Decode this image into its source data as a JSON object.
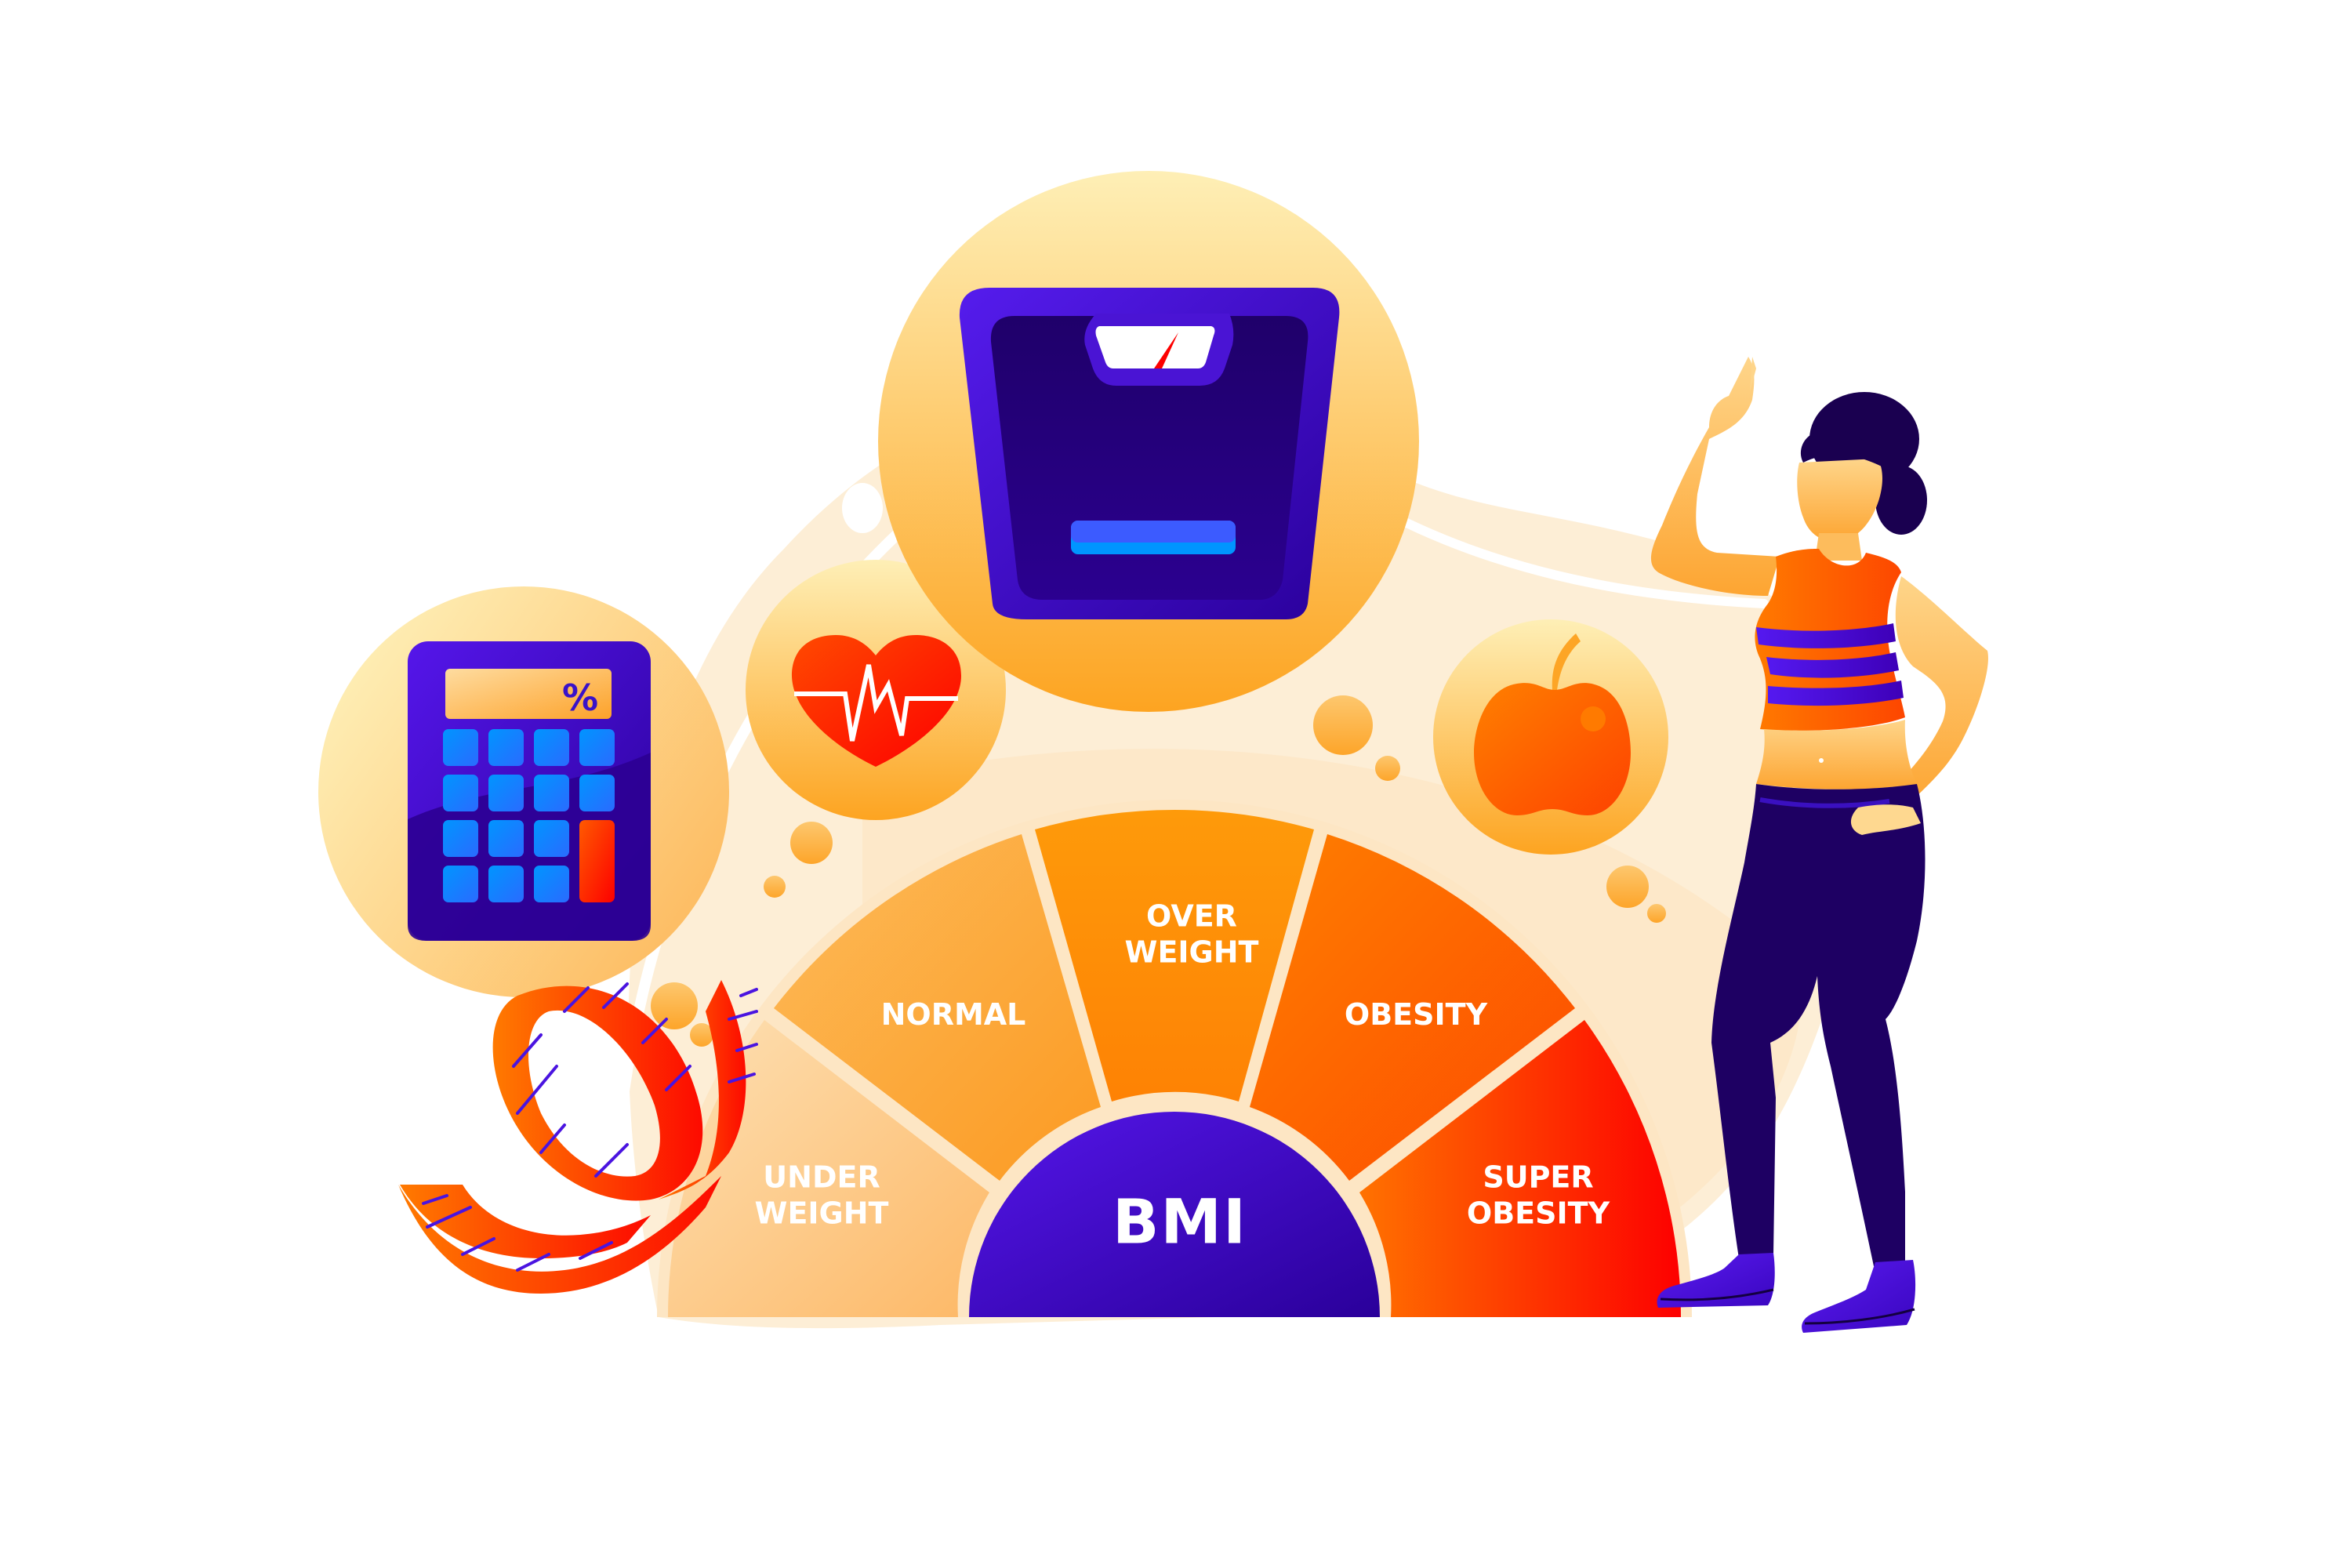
{
  "illustration": {
    "title": "BMI",
    "subject": "Body Mass Index infographic"
  },
  "gauge": {
    "center_label": "BMI",
    "segments": [
      {
        "line1": "UNDER",
        "line2": "WEIGHT",
        "color_from": "#fde2b8",
        "color_to": "#fdb766"
      },
      {
        "line1": "NORMAL",
        "line2": "",
        "color_from": "#fdbb5a",
        "color_to": "#fc9a22"
      },
      {
        "line1": "OVER",
        "line2": "WEIGHT",
        "color_from": "#fe9a0c",
        "color_to": "#fe8003"
      },
      {
        "line1": "OBESITY",
        "line2": "",
        "color_from": "#fe7a00",
        "color_to": "#fd4e00"
      },
      {
        "line1": "SUPER",
        "line2": "OBESITY",
        "color_from": "#ff6a00",
        "color_to": "#fd0000"
      }
    ],
    "center_color_from": "#5214e6",
    "center_color_to": "#2a009b"
  },
  "icons": {
    "calculator": {
      "display_symbol": "%"
    },
    "heart": {
      "name": "heart-rate"
    },
    "scale": {
      "name": "bathroom-scale"
    },
    "apple": {
      "name": "apple"
    },
    "tape": {
      "name": "measuring-tape"
    }
  },
  "colors": {
    "cream_bg": "#fdeed6",
    "bubble_light": "#fdeeb4",
    "bubble_dark": "#fda41f",
    "indigo": "#1e0063",
    "violet": "#5219e8",
    "blue_key": "#0a8bff",
    "red": "#fd0000"
  }
}
